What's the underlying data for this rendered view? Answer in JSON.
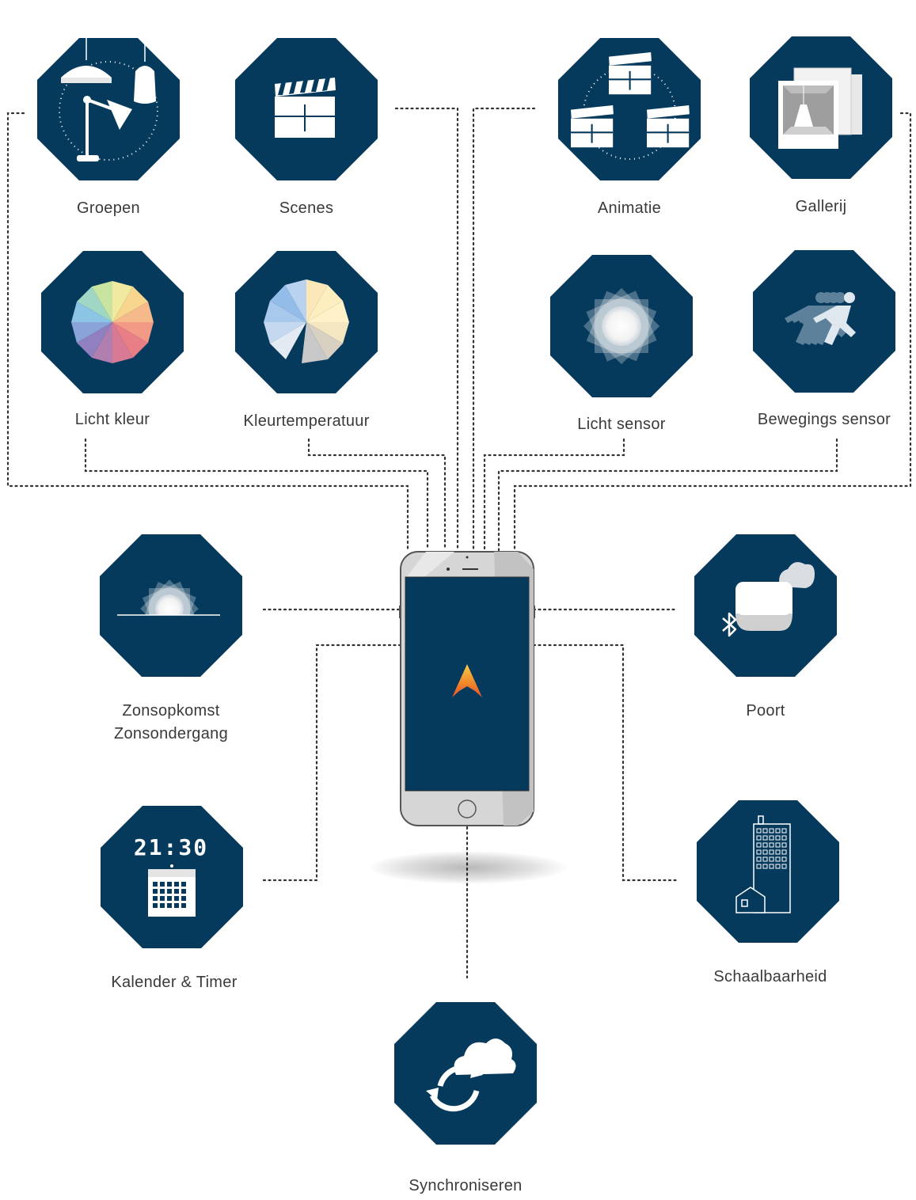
{
  "colors": {
    "octagon": "#053a5c",
    "dots": "#333333",
    "label": "#3a3a3a"
  },
  "features": [
    {
      "id": "groepen",
      "label": "Groepen",
      "icon": "lamp-group-icon"
    },
    {
      "id": "scenes",
      "label": "Scenes",
      "icon": "clapperboard-icon"
    },
    {
      "id": "animatie",
      "label": "Animatie",
      "icon": "clapperboard-cycle-icon"
    },
    {
      "id": "gallerij",
      "label": "Gallerij",
      "icon": "photo-gallery-icon"
    },
    {
      "id": "licht-kleur",
      "label": "Licht kleur",
      "icon": "color-wheel-icon"
    },
    {
      "id": "kleurtemperatuur",
      "label": "Kleurtemperatuur",
      "icon": "color-temperature-wheel-icon"
    },
    {
      "id": "licht-sensor",
      "label": "Licht sensor",
      "icon": "light-sensor-icon"
    },
    {
      "id": "bewegings-sensor",
      "label": "Bewegings sensor",
      "icon": "running-person-icon"
    },
    {
      "id": "zonsopkomst",
      "label_lines": [
        "Zonsopkomst",
        "Zonsondergang"
      ],
      "icon": "sunrise-icon"
    },
    {
      "id": "poort",
      "label": "Poort",
      "icon": "bluetooth-gateway-cloud-icon"
    },
    {
      "id": "kalender",
      "label": "Kalender & Timer",
      "icon": "calendar-clock-icon",
      "clock_text": "21:30"
    },
    {
      "id": "schaalbaarheid",
      "label": "Schaalbaarheid",
      "icon": "buildings-icon"
    },
    {
      "id": "synchroniseren",
      "label": "Synchroniseren",
      "icon": "cloud-sync-icon"
    }
  ],
  "phone": {
    "icon": "app-logo-icon"
  }
}
